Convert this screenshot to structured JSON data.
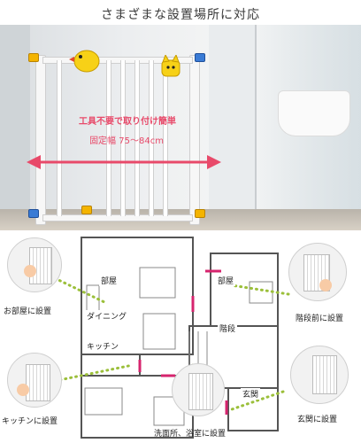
{
  "title": "さまざまな設置場所に対応",
  "photo": {
    "feature_label": "工具不要で取り付け簡単",
    "fix_width_label": "固定幅 75～84cm"
  },
  "plan": {
    "rooms": {
      "room_left": "部屋",
      "room_right": "部屋",
      "dining": "ダイニング",
      "kitchen": "キッチン",
      "stairs": "階段",
      "entrance": "玄関"
    },
    "places": {
      "room": "お部屋に設置",
      "kitchen": "キッチンに設置",
      "washroom": "洗面所、浴室に設置",
      "stairs": "階段前に設置",
      "entrance": "玄関に設置"
    }
  },
  "colors": {
    "accent_pink": "#e84a6a",
    "dot_green": "#9bbf3a",
    "door_pink": "#d6246e",
    "bumper_yellow": "#f4b400",
    "bumper_blue": "#3a7bd5"
  }
}
